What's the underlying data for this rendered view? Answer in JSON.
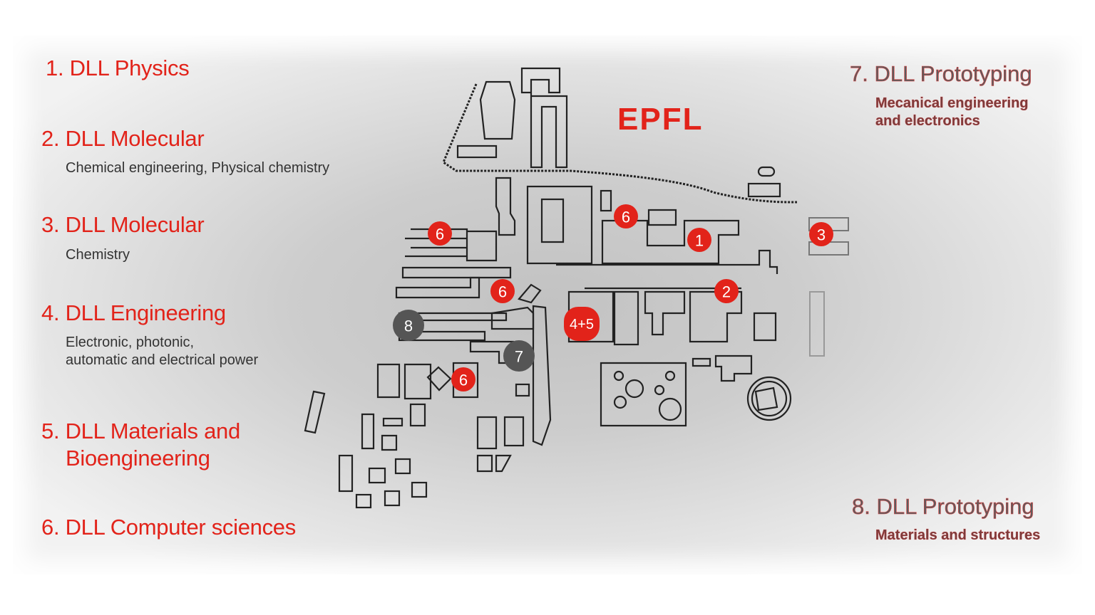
{
  "logo": "EPFL",
  "left_legend": [
    {
      "title": "1. DLL Physics"
    },
    {
      "title": "2. DLL Molecular",
      "subtitle": "Chemical engineering, Physical chemistry"
    },
    {
      "title": "3. DLL Molecular",
      "subtitle": "Chemistry"
    },
    {
      "title": "4. DLL Engineering",
      "subtitle_lines": [
        "Electronic, photonic,",
        "automatic and electrical power"
      ]
    },
    {
      "title_lines": [
        "5. DLL Materials and",
        "Bioengineering"
      ]
    },
    {
      "title": "6. DLL Computer sciences"
    }
  ],
  "right_legend": [
    {
      "title": "7. DLL Prototyping",
      "subtitle_lines": [
        "Mecanical engineering",
        "and electronics"
      ]
    },
    {
      "title": "8. DLL Prototyping",
      "subtitle": "Materials and structures"
    }
  ],
  "markers": [
    {
      "label": "1",
      "color": "#e2231a"
    },
    {
      "label": "2",
      "color": "#e2231a"
    },
    {
      "label": "3",
      "color": "#e2231a"
    },
    {
      "label": "4+5",
      "color": "#e2231a"
    },
    {
      "label": "6",
      "color": "#e2231a"
    },
    {
      "label": "6",
      "color": "#e2231a"
    },
    {
      "label": "6",
      "color": "#e2231a"
    },
    {
      "label": "6",
      "color": "#e2231a"
    },
    {
      "label": "7",
      "color": "#555555"
    },
    {
      "label": "8",
      "color": "#555555"
    }
  ]
}
